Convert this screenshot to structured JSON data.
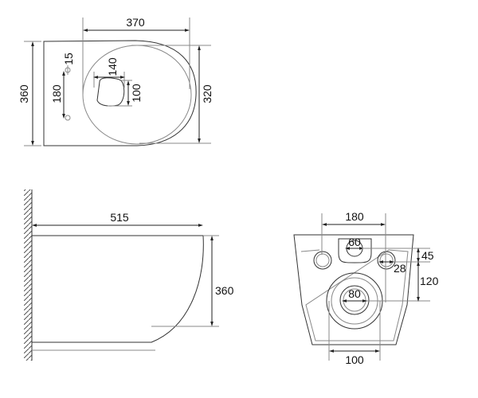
{
  "top_view": {
    "width": "370",
    "depth": "360",
    "body_depth": "320",
    "hole_spacing": "180",
    "hole_diameter": "15",
    "outlet_width": "140",
    "outlet_height": "100"
  },
  "side_view": {
    "length": "515",
    "height": "360"
  },
  "rear_view": {
    "bolt_spacing": "180",
    "inlet_diameter": "60",
    "bolt_hole_diameter": "28",
    "inlet_offset": "45",
    "outlet_offset": "120",
    "outlet_diameter": "80",
    "outlet_width": "100"
  }
}
